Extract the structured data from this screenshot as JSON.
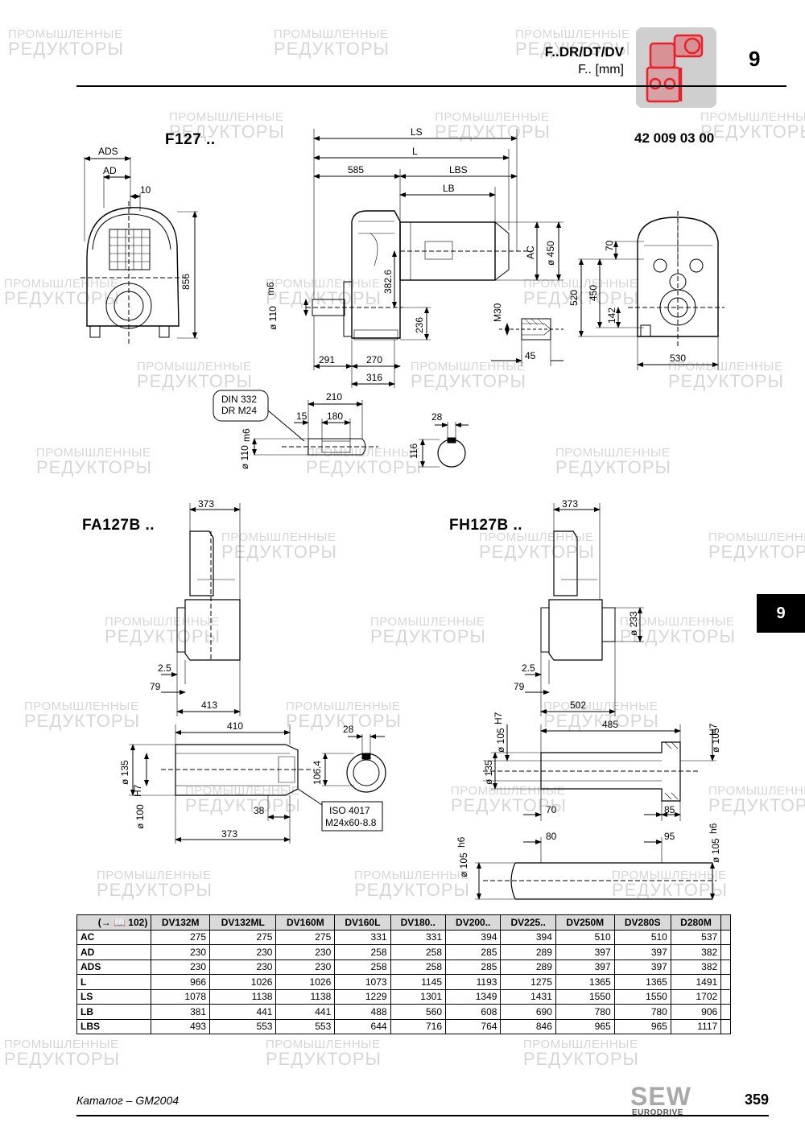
{
  "header": {
    "title": "F..DR/DT/DV",
    "subtitle": "F.. [mm]",
    "chapter": "9",
    "side_tab": "9",
    "icon": "gear-motor-icon"
  },
  "watermark": {
    "line1": "ПРОМЫШЛЕННЫЕ",
    "line2": "РЕДУКТОРЫ"
  },
  "drawings": {
    "f127": {
      "model": "F127 ..",
      "number": "42 009 03 00",
      "dims": {
        "ads": "ADS",
        "ad": "AD",
        "d10": "10",
        "d856": "856",
        "ls": "LS",
        "l": "L",
        "d585": "585",
        "lbs": "LBS",
        "lb": "LB",
        "ac": "AC",
        "d450a": "ø 450",
        "d3826": "382.6",
        "d110": "ø 110",
        "m6": "m6",
        "d236": "236",
        "d291": "291",
        "d270": "270",
        "d316": "316",
        "m30": "M30",
        "d45": "45",
        "d70": "70",
        "d520": "520",
        "d450b": "450",
        "d142": "142",
        "d530": "530"
      }
    },
    "shaft": {
      "din_line1": "DIN 332",
      "din_line2": "DR M24",
      "d210": "210",
      "d15": "15",
      "d180": "180",
      "d110": "ø 110",
      "m6": "m6",
      "d28": "28",
      "d116": "116"
    },
    "fa127b": {
      "model": "FA127B ..",
      "dims": {
        "d373a": "373",
        "d25": "2.5",
        "d79": "79",
        "d413": "413",
        "d410": "410",
        "d135": "ø 135",
        "d100": "ø 100",
        "h7": "H7",
        "d38": "38",
        "d373b": "373",
        "d28": "28",
        "d1064": "106.4",
        "iso_line1": "ISO 4017",
        "iso_line2": "M24x60-8.8"
      }
    },
    "fh127b": {
      "model": "FH127B ..",
      "dims": {
        "d373": "373",
        "d233": "ø 233",
        "d25": "2.5",
        "d79": "79",
        "d502": "502",
        "d485": "485",
        "d105a": "ø 105",
        "h7": "H7",
        "d135": "ø 135",
        "d70": "70",
        "d85": "85",
        "d80": "80",
        "d95": "95",
        "d105b": "ø 105",
        "h6": "h6",
        "d105c": "ø 105",
        "d105d": "ø 105"
      }
    }
  },
  "table": {
    "ref": "(→ 📖 102)",
    "columns": [
      "DV132M",
      "DV132ML",
      "DV160M",
      "DV160L",
      "DV180..",
      "DV200..",
      "DV225..",
      "DV250M",
      "DV280S",
      "D280M"
    ],
    "rows": [
      {
        "label": "AC",
        "values": [
          "275",
          "275",
          "275",
          "331",
          "331",
          "394",
          "394",
          "510",
          "510",
          "537"
        ]
      },
      {
        "label": "AD",
        "values": [
          "230",
          "230",
          "230",
          "258",
          "258",
          "285",
          "289",
          "397",
          "397",
          "382"
        ]
      },
      {
        "label": "ADS",
        "values": [
          "230",
          "230",
          "230",
          "258",
          "258",
          "285",
          "289",
          "397",
          "397",
          "382"
        ]
      },
      {
        "label": "L",
        "values": [
          "966",
          "1026",
          "1026",
          "1073",
          "1145",
          "1193",
          "1275",
          "1365",
          "1365",
          "1491"
        ]
      },
      {
        "label": "LS",
        "values": [
          "1078",
          "1138",
          "1138",
          "1229",
          "1301",
          "1349",
          "1431",
          "1550",
          "1550",
          "1702"
        ]
      },
      {
        "label": "LB",
        "values": [
          "381",
          "441",
          "441",
          "488",
          "560",
          "608",
          "690",
          "780",
          "780",
          "906"
        ]
      },
      {
        "label": "LBS",
        "values": [
          "493",
          "553",
          "553",
          "644",
          "716",
          "764",
          "846",
          "965",
          "965",
          "1117"
        ]
      }
    ]
  },
  "footer": {
    "catalog": "Каталог – GM2004",
    "logo": "SEW",
    "logo_sub": "EURODRIVE",
    "page": "359"
  }
}
